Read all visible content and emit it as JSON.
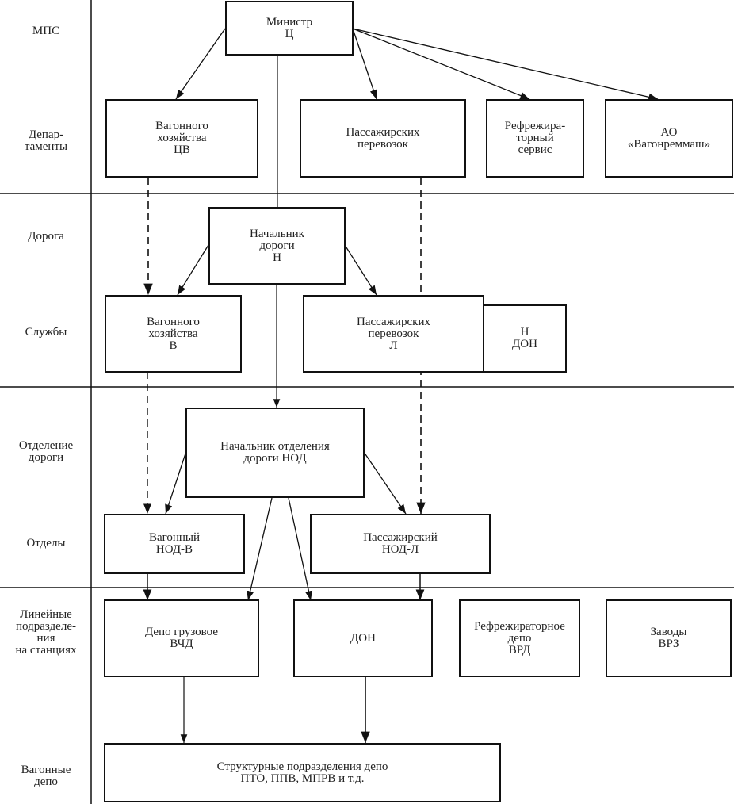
{
  "levels": [
    {
      "id": "mps",
      "label": "МПС"
    },
    {
      "id": "departments",
      "label": "Депар-\nтаменты"
    },
    {
      "id": "road",
      "label": "Дорога"
    },
    {
      "id": "services",
      "label": "Службы"
    },
    {
      "id": "division",
      "label": "Отделение\nдороги"
    },
    {
      "id": "sections",
      "label": "Отделы"
    },
    {
      "id": "linear",
      "label": "Линейные\nподразделе-\nния\nна станциях"
    },
    {
      "id": "depots",
      "label": "Вагонные\nдепо"
    }
  ],
  "boxes": {
    "minister": "Министр\nЦ",
    "dept_wagon": "Вагонного\nхозяйства\nЦВ",
    "dept_pass": "Пассажирских\nперевозок",
    "dept_refr": "Рефрежира-\nторный\nсервис",
    "dept_ao": "АО\n«Вагонреммаш»",
    "road_head": "Начальник\nдороги\nН",
    "svc_wagon": "Вагонного\nхозяйства\nВ",
    "svc_pass": "Пассажирских\nперевозок\nЛ",
    "svc_don": "Н\nДОН",
    "nod_head": "Начальник отделения\nдороги НОД",
    "nod_wagon": "Вагонный\nНОД-В",
    "nod_pass": "Пассажирский\nНОД-Л",
    "depot_cargo": "Депо грузовое\nВЧД",
    "don": "ДОН",
    "depot_refr": "Рефрежираторное\nдепо\nВРД",
    "plants": "Заводы\nВРЗ",
    "struct": "Структурные подразделения депо\nПТО, ППВ, МПРВ и т.д."
  },
  "connections": [
    {
      "from": "minister",
      "to": "dept_wagon",
      "style": "solid"
    },
    {
      "from": "minister",
      "to": "dept_pass",
      "style": "solid"
    },
    {
      "from": "minister",
      "to": "dept_refr",
      "style": "solid"
    },
    {
      "from": "minister",
      "to": "dept_ao",
      "style": "solid"
    },
    {
      "from": "minister",
      "to": "nod_head",
      "style": "solid"
    },
    {
      "from": "dept_wagon",
      "to": "svc_wagon",
      "style": "dashed"
    },
    {
      "from": "dept_pass",
      "to": "nod_pass",
      "style": "dashed"
    },
    {
      "from": "road_head",
      "to": "svc_wagon",
      "style": "solid"
    },
    {
      "from": "road_head",
      "to": "svc_pass",
      "style": "solid"
    },
    {
      "from": "svc_wagon",
      "to": "nod_wagon",
      "style": "dashed"
    },
    {
      "from": "nod_head",
      "to": "nod_wagon",
      "style": "solid"
    },
    {
      "from": "nod_head",
      "to": "nod_pass",
      "style": "solid"
    },
    {
      "from": "nod_head",
      "to": "depot_cargo",
      "style": "solid"
    },
    {
      "from": "nod_head",
      "to": "don",
      "style": "solid"
    },
    {
      "from": "nod_wagon",
      "to": "depot_cargo",
      "style": "solid"
    },
    {
      "from": "nod_pass",
      "to": "don",
      "style": "solid"
    },
    {
      "from": "depot_cargo",
      "to": "struct",
      "style": "solid"
    },
    {
      "from": "don",
      "to": "struct",
      "style": "solid"
    }
  ]
}
